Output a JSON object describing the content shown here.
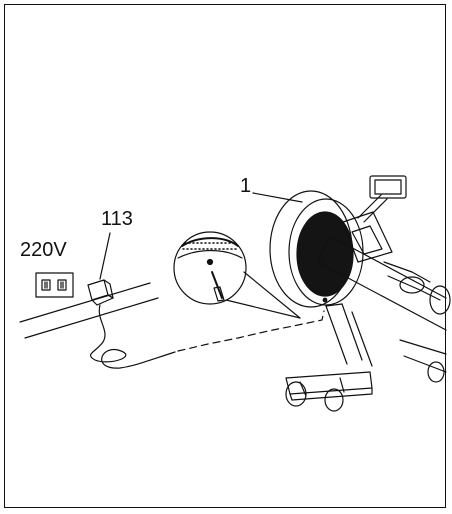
{
  "labels": {
    "voltage": "220V",
    "adapter_part": "113",
    "machine_part": "1"
  },
  "colors": {
    "ink": "#111111",
    "flywheel_dark": "#141414",
    "background": "#ffffff"
  }
}
